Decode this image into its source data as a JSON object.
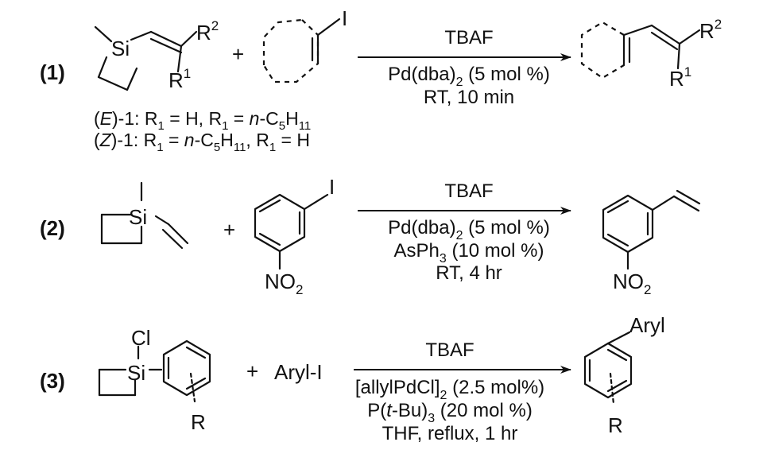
{
  "reactions": [
    {
      "number": "(1)",
      "plus": "+",
      "reagent1": {
        "si": "Si",
        "sub_r2": "R",
        "sub_r2_sup": "2",
        "sub_r1": "R",
        "sub_r1_sup": "1"
      },
      "reagent2": {
        "halide": "I"
      },
      "conditions": {
        "reagent": "TBAF",
        "catalyst": "Pd(dba)",
        "catalyst_sub": "2",
        "catalyst_load": " (5 mol %)",
        "temp_time": "RT, 10 min"
      },
      "product": {
        "sub_r2": "R",
        "sub_r2_sup": "2",
        "sub_r1": "R",
        "sub_r1_sup": "1"
      },
      "notes": {
        "e_isomer": {
          "iso": "E",
          "prefix_open": "(",
          "prefix_close": ")-1: R",
          "s1": "1",
          "mid1": " = H, R",
          "s2": "1",
          "mid2": " = ",
          "n": "n",
          "tail": "-C",
          "s3": "5",
          "h": "H",
          "s4": "11"
        },
        "z_isomer": {
          "iso": "Z",
          "prefix_open": "(",
          "prefix_close": ")-1: R",
          "s1": "1",
          "mid1": " = ",
          "n": "n",
          "tail": "-C",
          "s3": "5",
          "h": "H",
          "s4": "11",
          "mid2": ", R",
          "s2": "1",
          "end": " = H"
        }
      }
    },
    {
      "number": "(2)",
      "plus": "+",
      "reagent1": {
        "si": "Si"
      },
      "reagent2": {
        "halide": "I",
        "nitro": "NO",
        "nitro_sub": "2"
      },
      "conditions": {
        "reagent": "TBAF",
        "catalyst": "Pd(dba)",
        "catalyst_sub": "2",
        "catalyst_load": " (5 mol %)",
        "ligand": "AsPh",
        "ligand_sub": "3",
        "ligand_load": " (10 mol %)",
        "temp_time": "RT, 4 hr"
      },
      "product": {
        "nitro": "NO",
        "nitro_sub": "2"
      }
    },
    {
      "number": "(3)",
      "plus": "+",
      "reagent1": {
        "si": "Si",
        "cl": "Cl",
        "r": "R"
      },
      "reagent2": {
        "label": "Aryl-I"
      },
      "conditions": {
        "reagent": "TBAF",
        "catalyst": "[allylPdCl]",
        "catalyst_sub": "2",
        "catalyst_load": " (2.5 mol%)",
        "ligand_a": "P(",
        "ligand_t": "t",
        "ligand_b": "-Bu)",
        "ligand_sub": "3",
        "ligand_load": " (20 mol %)",
        "temp_time": "THF, reflux, 1 hr"
      },
      "product": {
        "aryl": "Aryl",
        "r": "R"
      }
    }
  ]
}
